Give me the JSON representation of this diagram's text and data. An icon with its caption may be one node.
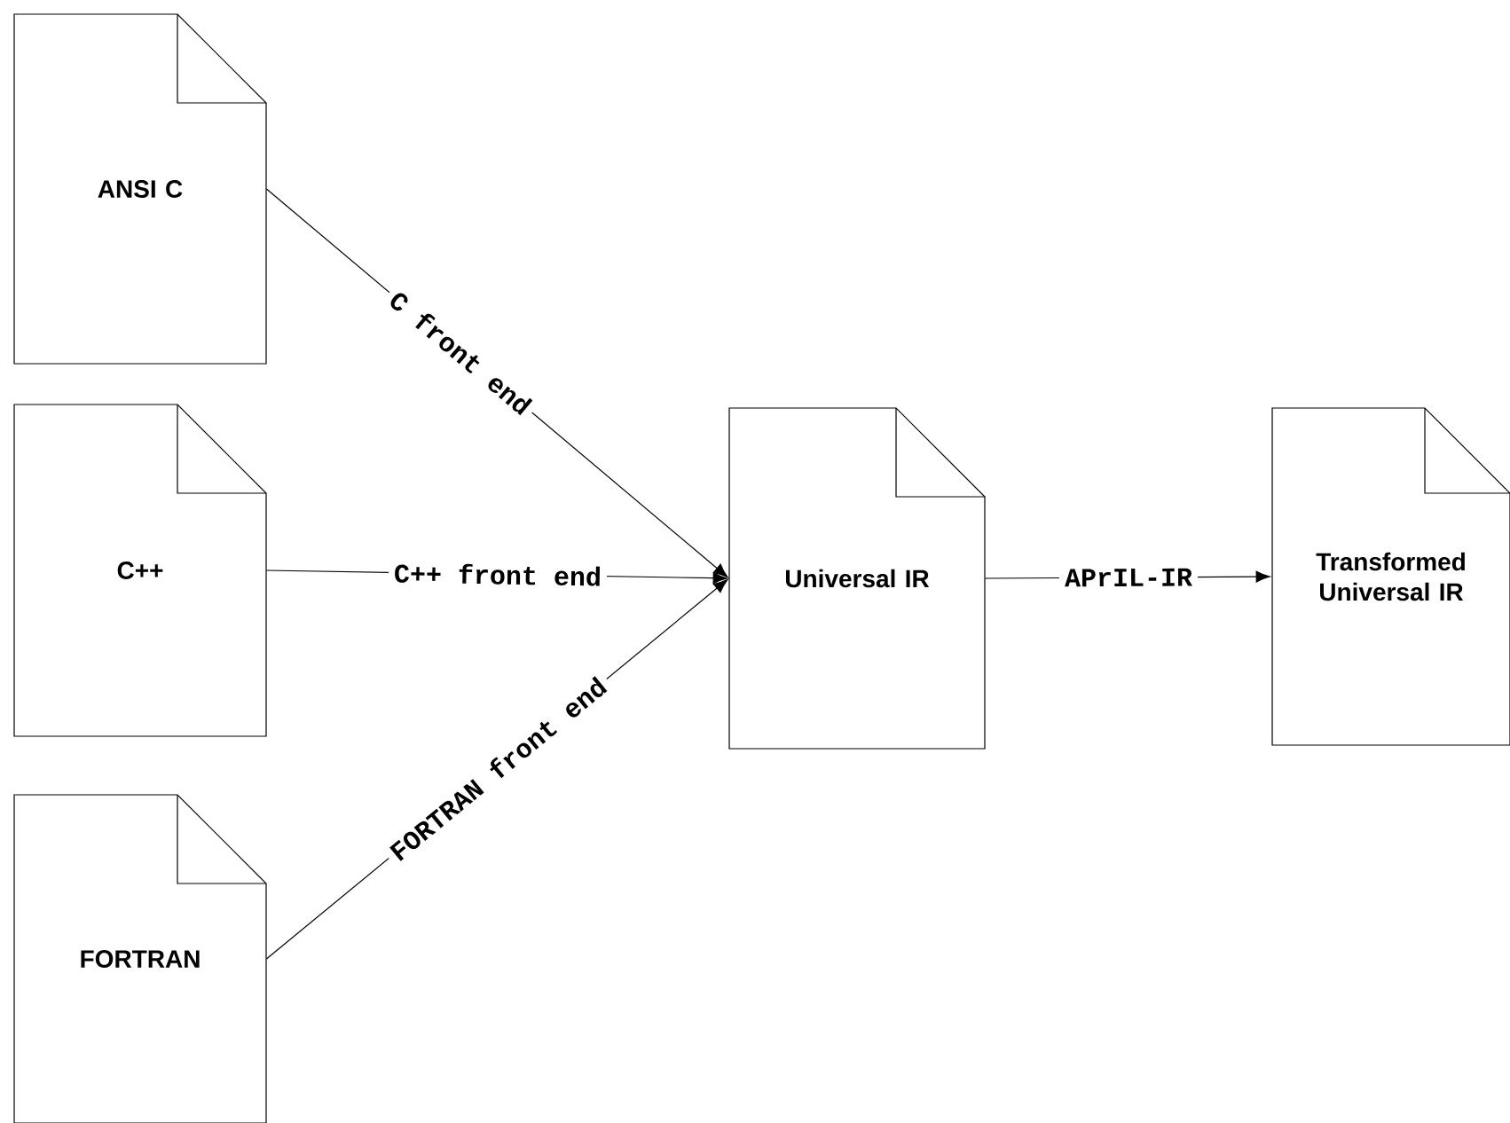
{
  "diagram": {
    "nodes": [
      {
        "text": [
          "ANSI C"
        ]
      },
      {
        "text": [
          "C++"
        ]
      },
      {
        "text": [
          "FORTRAN"
        ]
      },
      {
        "text": [
          "Universal IR"
        ]
      },
      {
        "text": [
          "Transformed Universal IR"
        ]
      }
    ],
    "edges": [
      {
        "from": 0,
        "to": 3,
        "arrow": "to",
        "label": "C front end"
      },
      {
        "from": 1,
        "to": 3,
        "arrow": "to",
        "label": "C++ front end"
      },
      {
        "from": 2,
        "to": 3,
        "arrow": "to",
        "label": "FORTRAN front end"
      },
      {
        "from": 3,
        "to": 4,
        "arrow": "to",
        "label": "APrIL-IR"
      }
    ]
  }
}
